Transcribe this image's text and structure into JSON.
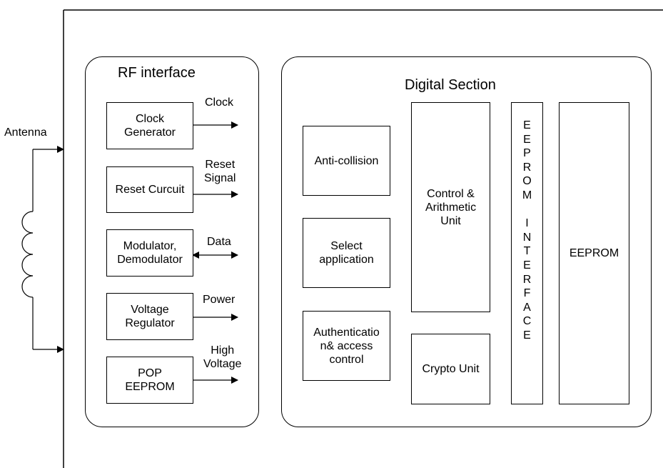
{
  "antenna": {
    "label": "Antenna"
  },
  "rf_interface": {
    "title": "RF interface",
    "blocks": [
      {
        "text": "Clock\nGenerator",
        "output": "Clock"
      },
      {
        "text": "Reset Curcuit",
        "output": "Reset\nSignal"
      },
      {
        "text": "Modulator,\nDemodulator",
        "output": "Data"
      },
      {
        "text": "Voltage\nRegulator",
        "output": "Power"
      },
      {
        "text": "POP\nEEPROM",
        "output": "High\nVoltage"
      }
    ]
  },
  "digital_section": {
    "title": "Digital Section",
    "anti_collision": "Anti-collision",
    "select_application": "Select\napplication",
    "authentication": "Authenticatio\nn& access\ncontrol",
    "control_unit": "Control &\nArithmetic\nUnit",
    "crypto_unit": "Crypto Unit",
    "eeprom_interface": "E\nE\nP\nR\nO\nM\n\nI\nN\nT\nE\nR\nF\nA\nC\nE",
    "eeprom": "EEPROM"
  },
  "colors": {
    "line": "#000000",
    "background": "#ffffff"
  }
}
